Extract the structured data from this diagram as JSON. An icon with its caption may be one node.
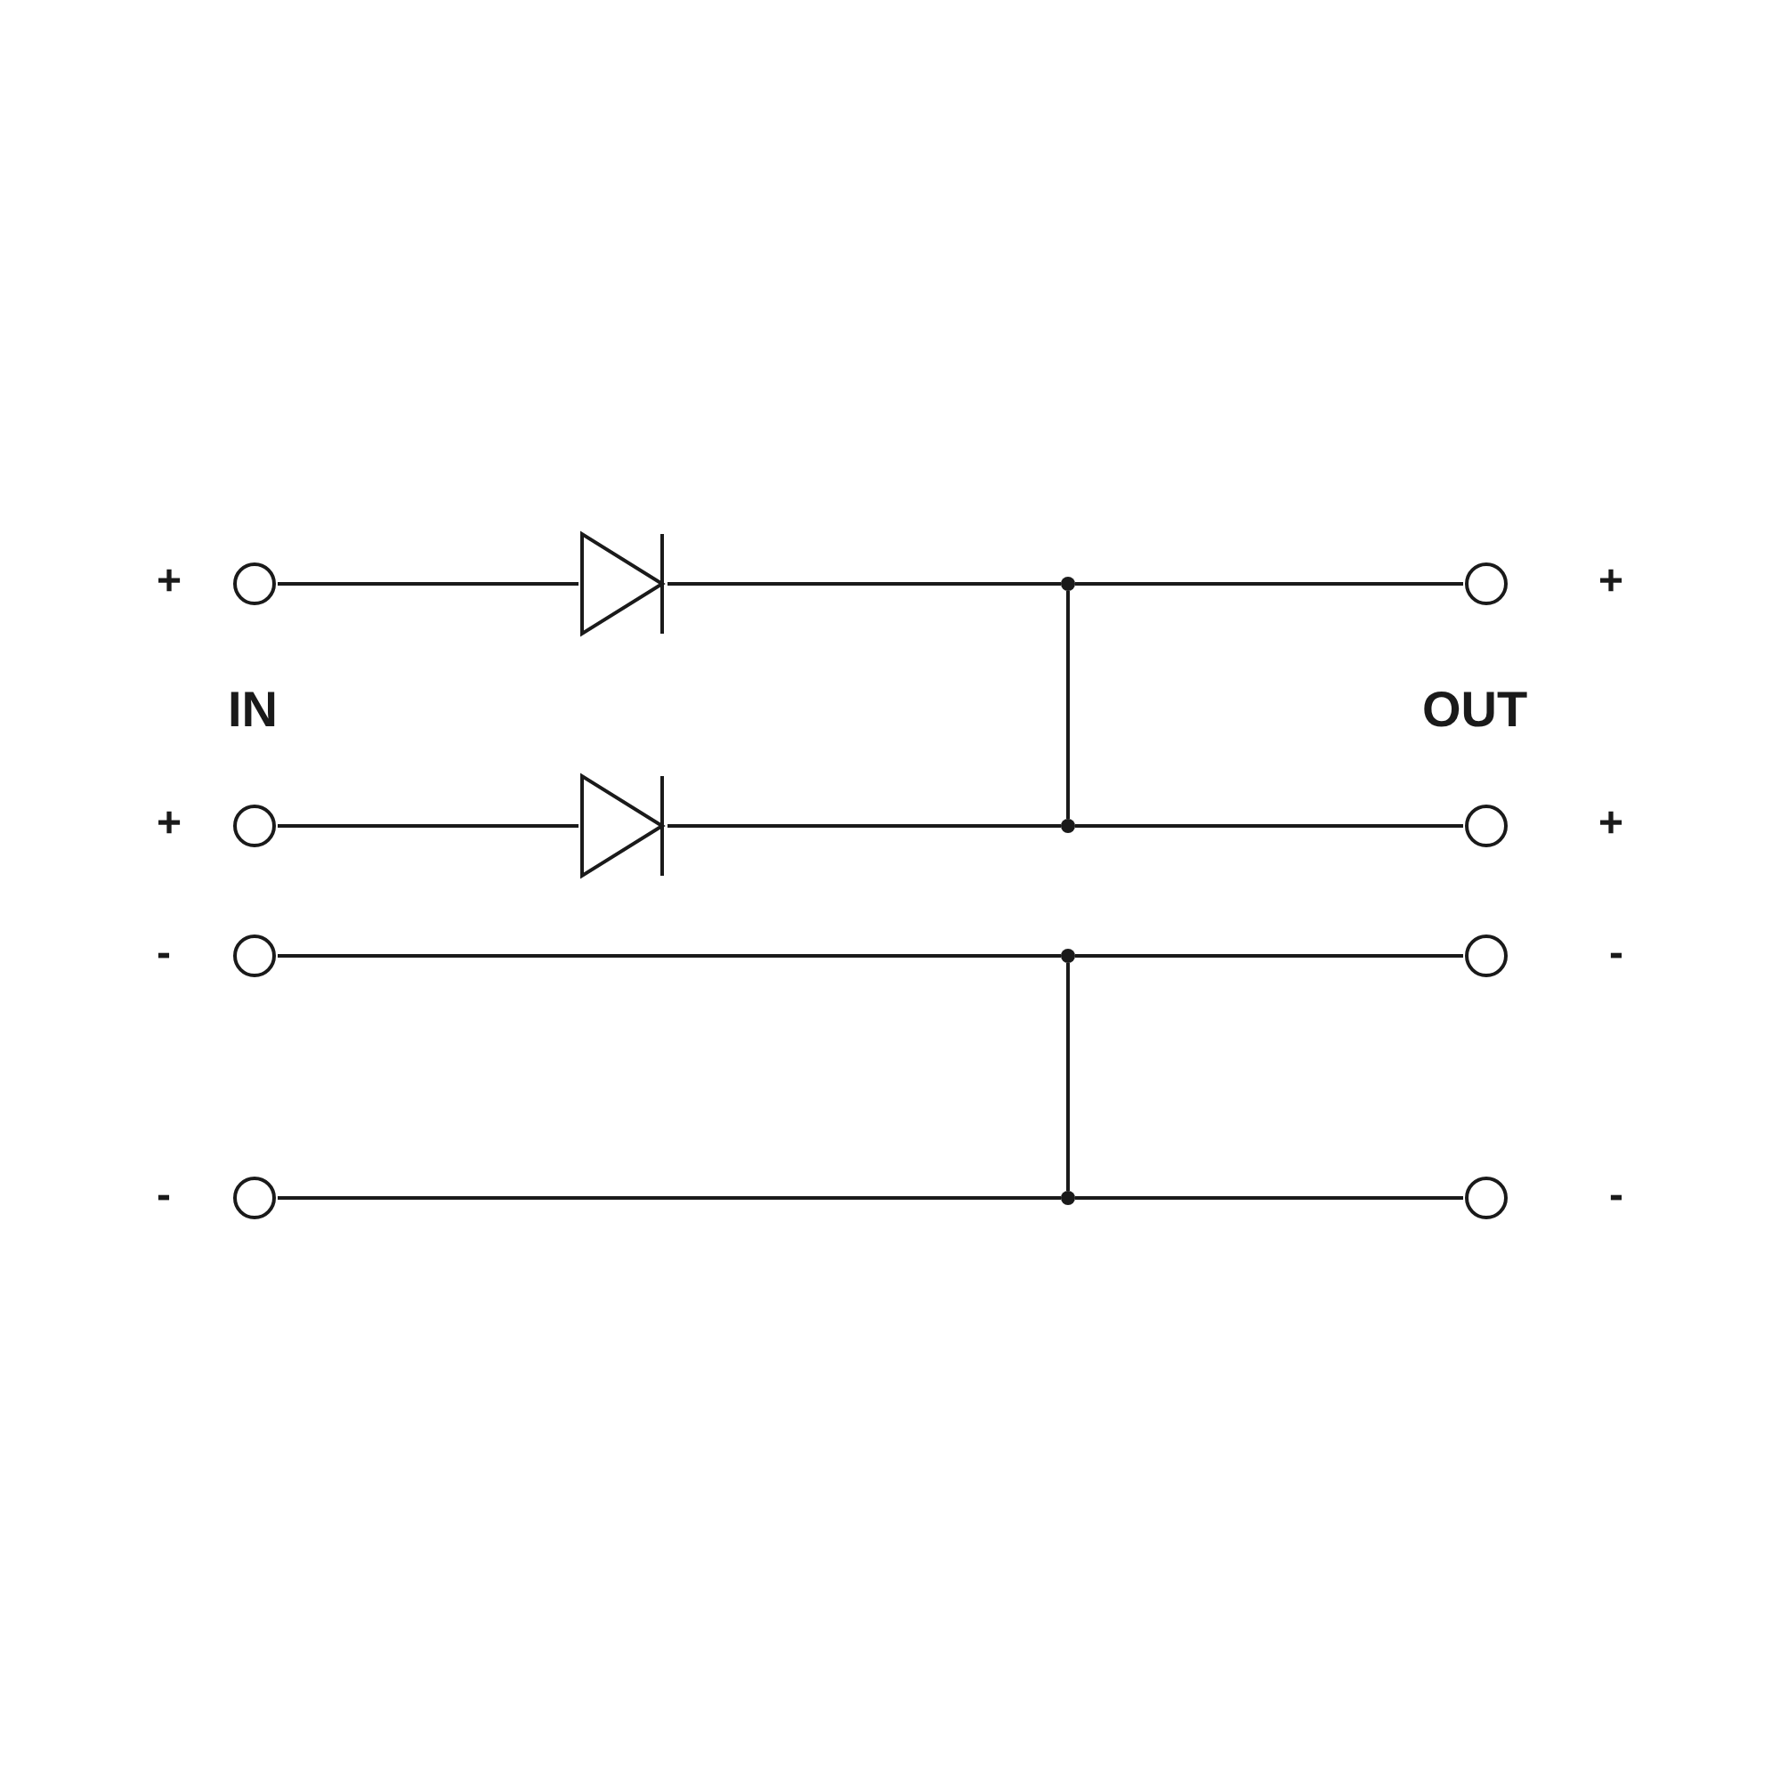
{
  "diagram": {
    "nodes": [
      {
        "text": [],
        "shape": "circle",
        "beside": [
          "+"
        ]
      },
      {
        "text": [],
        "shape": "diode"
      },
      {
        "text": [],
        "shape": "dot"
      },
      {
        "text": [],
        "shape": "circle",
        "beside": [
          "+"
        ]
      },
      {
        "text": [],
        "shape": "circle",
        "beside": [
          "+"
        ]
      },
      {
        "text": [],
        "shape": "diode"
      },
      {
        "text": [],
        "shape": "dot"
      },
      {
        "text": [],
        "shape": "circle",
        "beside": [
          "+"
        ]
      },
      {
        "text": [],
        "shape": "circle",
        "beside": [
          "-"
        ]
      },
      {
        "text": [],
        "shape": "dot"
      },
      {
        "text": [],
        "shape": "circle",
        "beside": [
          "-"
        ]
      },
      {
        "text": [],
        "shape": "circle",
        "beside": [
          "-"
        ]
      },
      {
        "text": [],
        "shape": "dot"
      },
      {
        "text": [],
        "shape": "circle",
        "beside": [
          "-"
        ]
      }
    ],
    "edges": [
      {
        "from": 0,
        "to": 1,
        "arrow": "none"
      },
      {
        "from": 1,
        "to": 2,
        "arrow": "none"
      },
      {
        "from": 2,
        "to": 3,
        "arrow": "none"
      },
      {
        "from": 2,
        "to": 6,
        "arrow": "none"
      },
      {
        "from": 4,
        "to": 5,
        "arrow": "none"
      },
      {
        "from": 5,
        "to": 6,
        "arrow": "none"
      },
      {
        "from": 6,
        "to": 7,
        "arrow": "none"
      },
      {
        "from": 8,
        "to": 9,
        "arrow": "none"
      },
      {
        "from": 9,
        "to": 10,
        "arrow": "none"
      },
      {
        "from": 9,
        "to": 12,
        "arrow": "none"
      },
      {
        "from": 11,
        "to": 12,
        "arrow": "none"
      },
      {
        "from": 12,
        "to": 13,
        "arrow": "none"
      }
    ],
    "labels": [
      "IN",
      "OUT"
    ]
  }
}
